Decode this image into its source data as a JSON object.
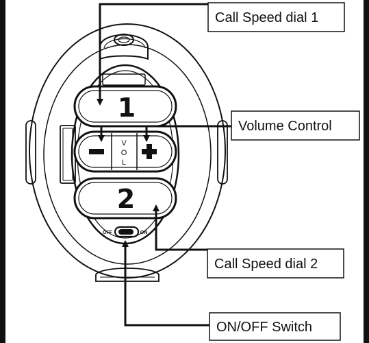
{
  "callouts": {
    "speed_dial_1": "Call Speed dial 1",
    "volume": "Volume Control",
    "speed_dial_2": "Call Speed dial 2",
    "power_switch": "ON/OFF Switch"
  },
  "device": {
    "button_1_label": "1",
    "button_2_label": "2",
    "volume_minus_symbol": "−",
    "volume_plus_symbol": "+",
    "vol_letters": [
      "V",
      "O",
      "L"
    ],
    "switch_off_label": "OFF",
    "switch_on_label": "ON"
  },
  "colors": {
    "ink": "#111111",
    "background": "#ffffff"
  }
}
